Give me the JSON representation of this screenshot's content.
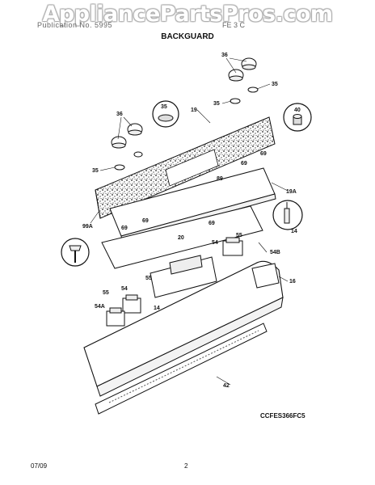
{
  "watermark": "AppliancePartsPros.com",
  "header": {
    "publication": "Publication No. 5995",
    "model": "FE 3   C",
    "section": "BACKGUARD"
  },
  "callouts": {
    "c36a": "36",
    "c35a": "35",
    "c35b": "35",
    "c19": "19",
    "c40": "40",
    "c36b": "36",
    "c35c": "35",
    "c35d": "35",
    "c69a": "69",
    "c69b": "69",
    "c69c": "69",
    "c19a": "19A",
    "c99a": "99A",
    "c69d": "69",
    "c69e": "69",
    "c20": "20",
    "c55a": "55",
    "c14a": "14",
    "c54a": "54",
    "c54b": "54B",
    "c16": "16",
    "c55b": "55",
    "c54c": "54",
    "c55c": "55",
    "c54d": "54A",
    "c14b": "14",
    "c42": "42",
    "c89": "89"
  },
  "diagram_code": "CCFES366FC5",
  "footer": {
    "date": "07/09",
    "page": "2"
  }
}
